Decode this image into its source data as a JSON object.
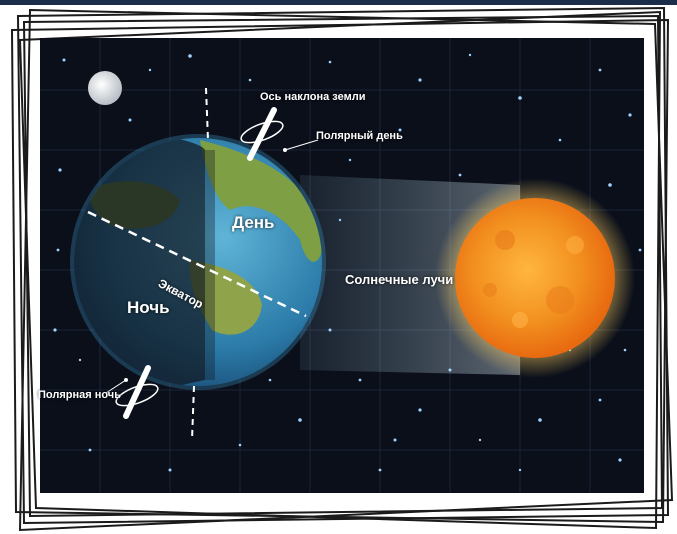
{
  "labels": {
    "axis_tilt": "Ось наклона земли",
    "polar_day": "Полярный день",
    "day": "День",
    "equator": "Экватор",
    "sun_rays": "Солнечные лучи",
    "night": "Ночь",
    "polar_night": "Полярная ночь"
  },
  "colors": {
    "space": "#0a0f1a",
    "ocean": "#2f7fb0",
    "land": "#8ea34a",
    "sun": "#f39a2a",
    "frame": "#1a1a1a",
    "top_strip": "#1c2d4a"
  },
  "icons": {
    "moon": "moon-icon",
    "sun": "sun-icon",
    "earth": "earth-icon"
  }
}
